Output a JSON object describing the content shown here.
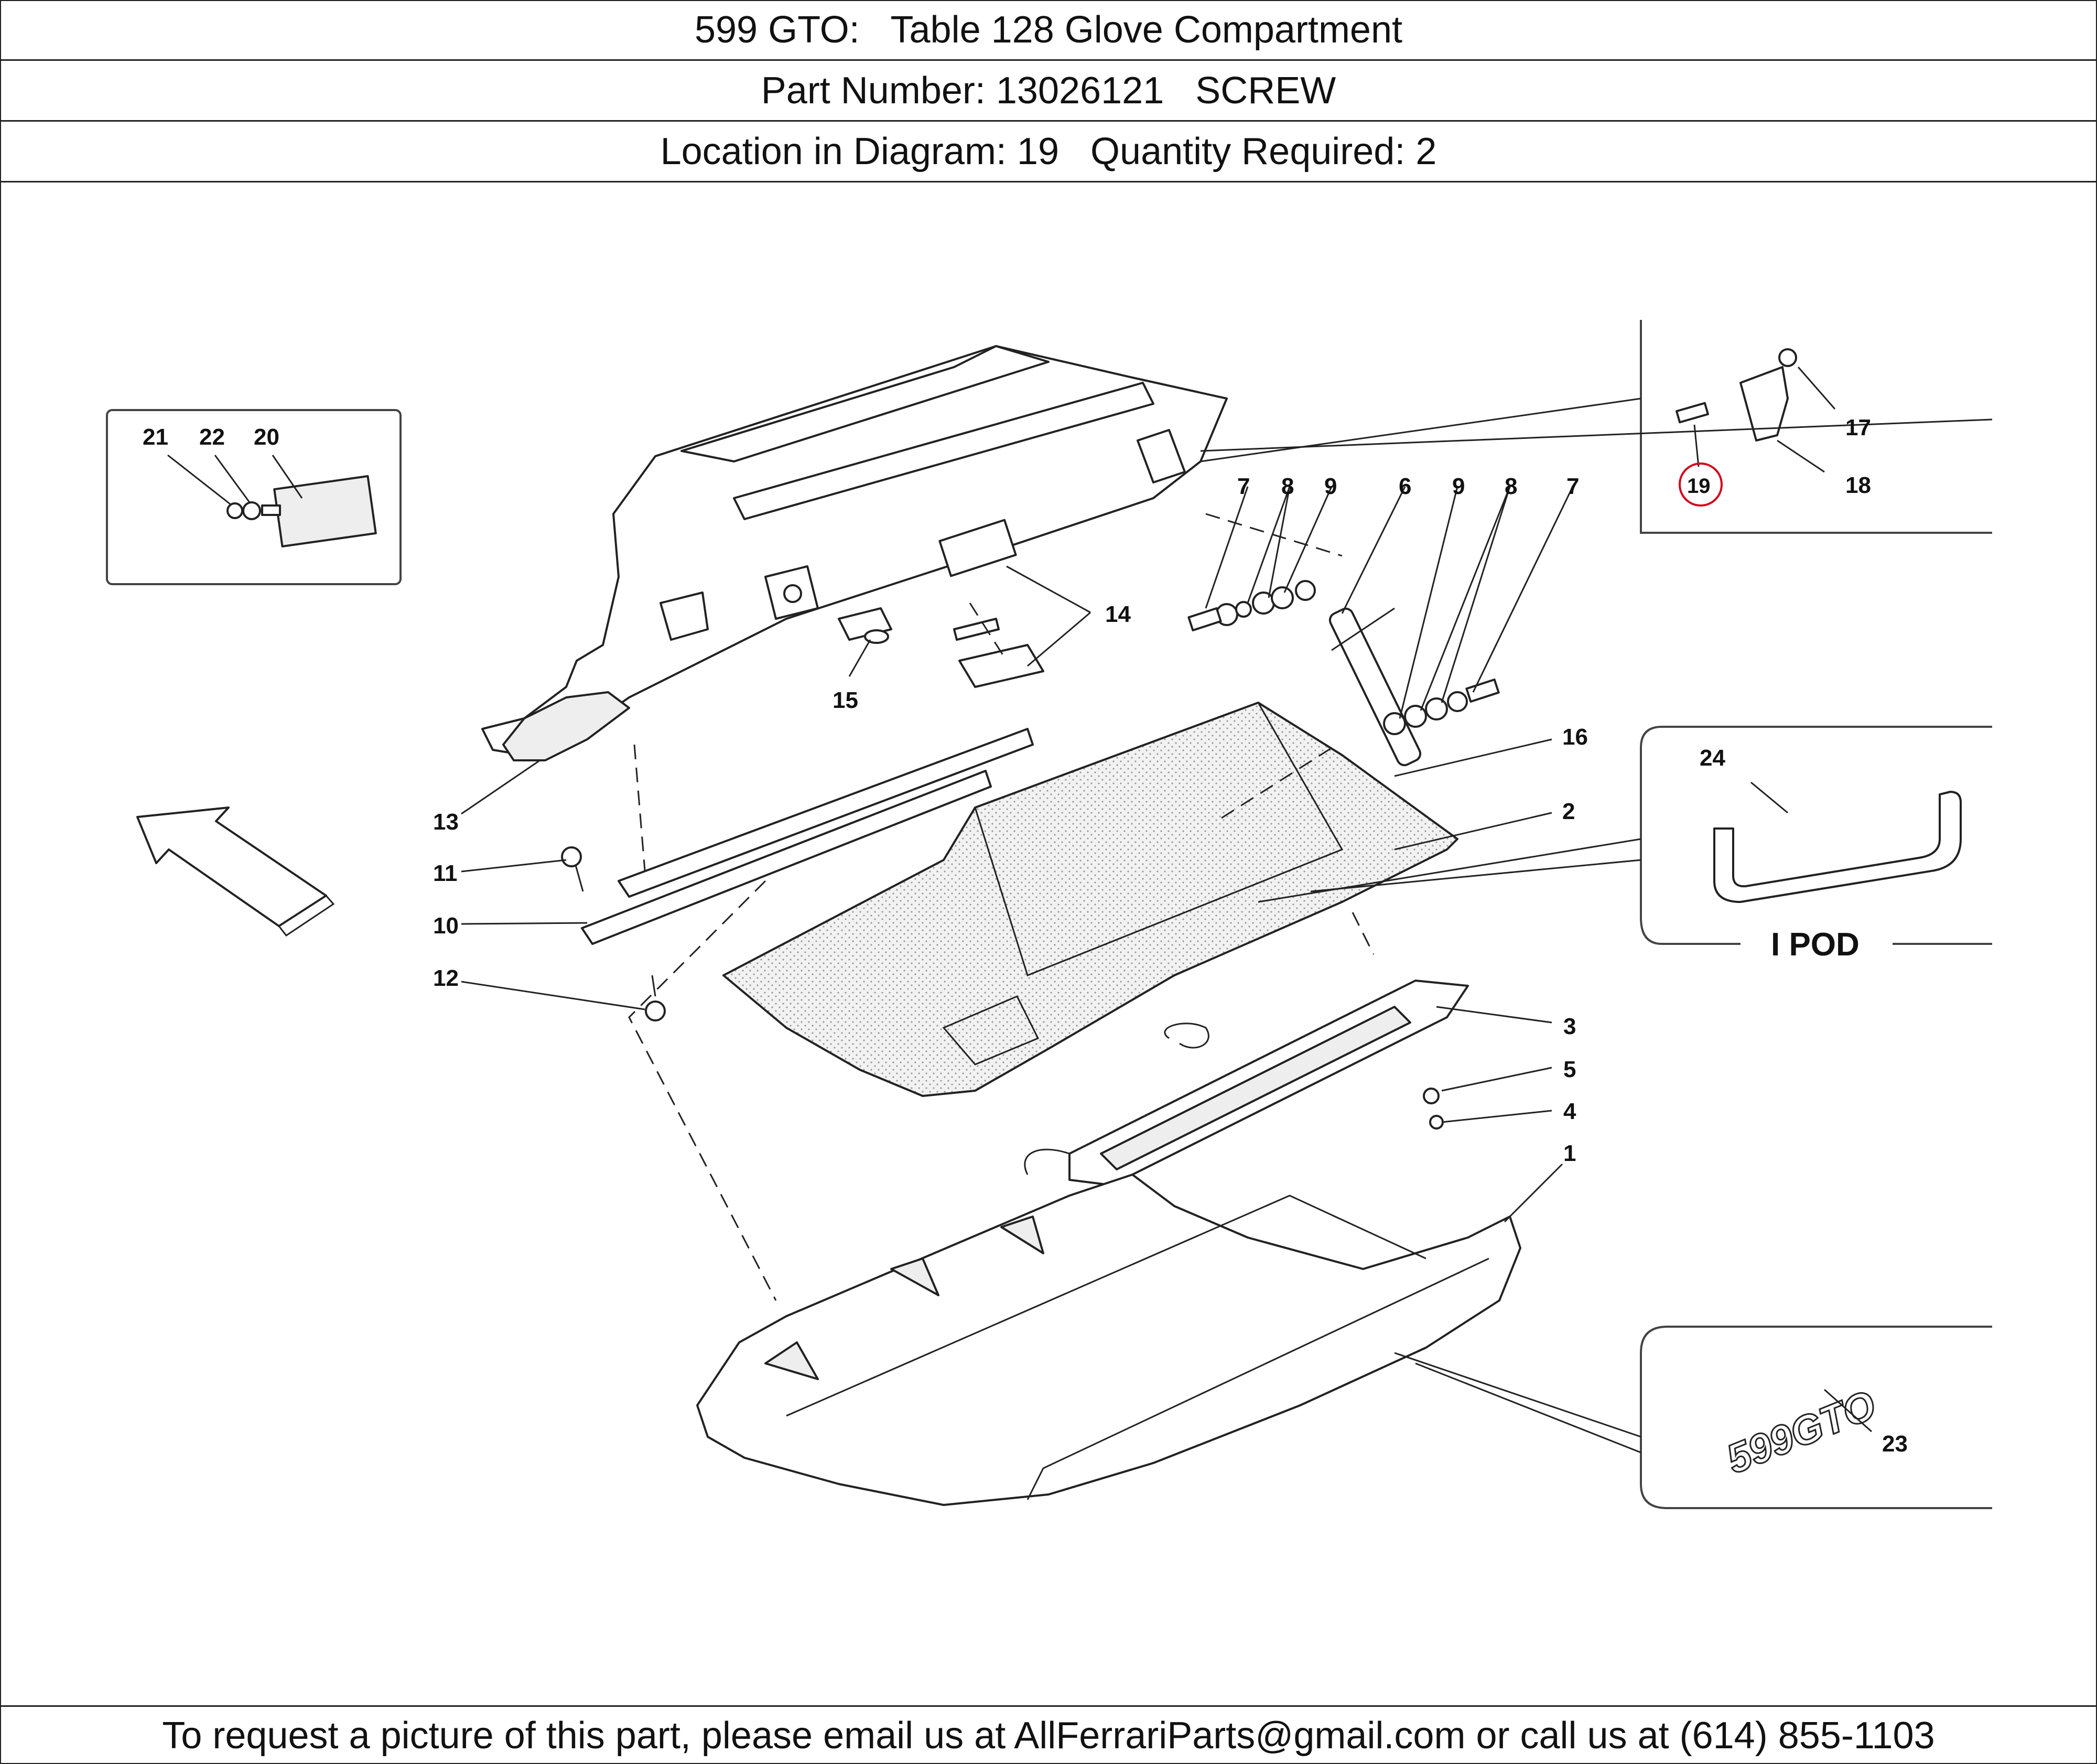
{
  "header": {
    "title": "599 GTO:   Table 128 Glove Compartment",
    "part_line": "Part Number: 13026121   SCREW",
    "location_line": "Location in Diagram: 19   Quantity Required: 2"
  },
  "diagram": {
    "callouts": {
      "c1": "1",
      "c2": "2",
      "c3": "3",
      "c4": "4",
      "c5": "5",
      "c6": "6",
      "c7a": "7",
      "c7b": "7",
      "c8a": "8",
      "c8b": "8",
      "c9a": "9",
      "c9b": "9",
      "c10": "10",
      "c11": "11",
      "c12": "12",
      "c13": "13",
      "c14": "14",
      "c15": "15",
      "c16": "16",
      "c17": "17",
      "c18": "18",
      "c19": "19",
      "c20": "20",
      "c21": "21",
      "c22": "22",
      "c23": "23",
      "c24": "24"
    },
    "ipod_label": "I POD",
    "badge_text": "599GTO",
    "highlight_color": "#d0021b"
  },
  "footer": {
    "text": "To request a picture of this part, please email us at AllFerrariParts@gmail.com or call us at (614) 855-1103"
  }
}
